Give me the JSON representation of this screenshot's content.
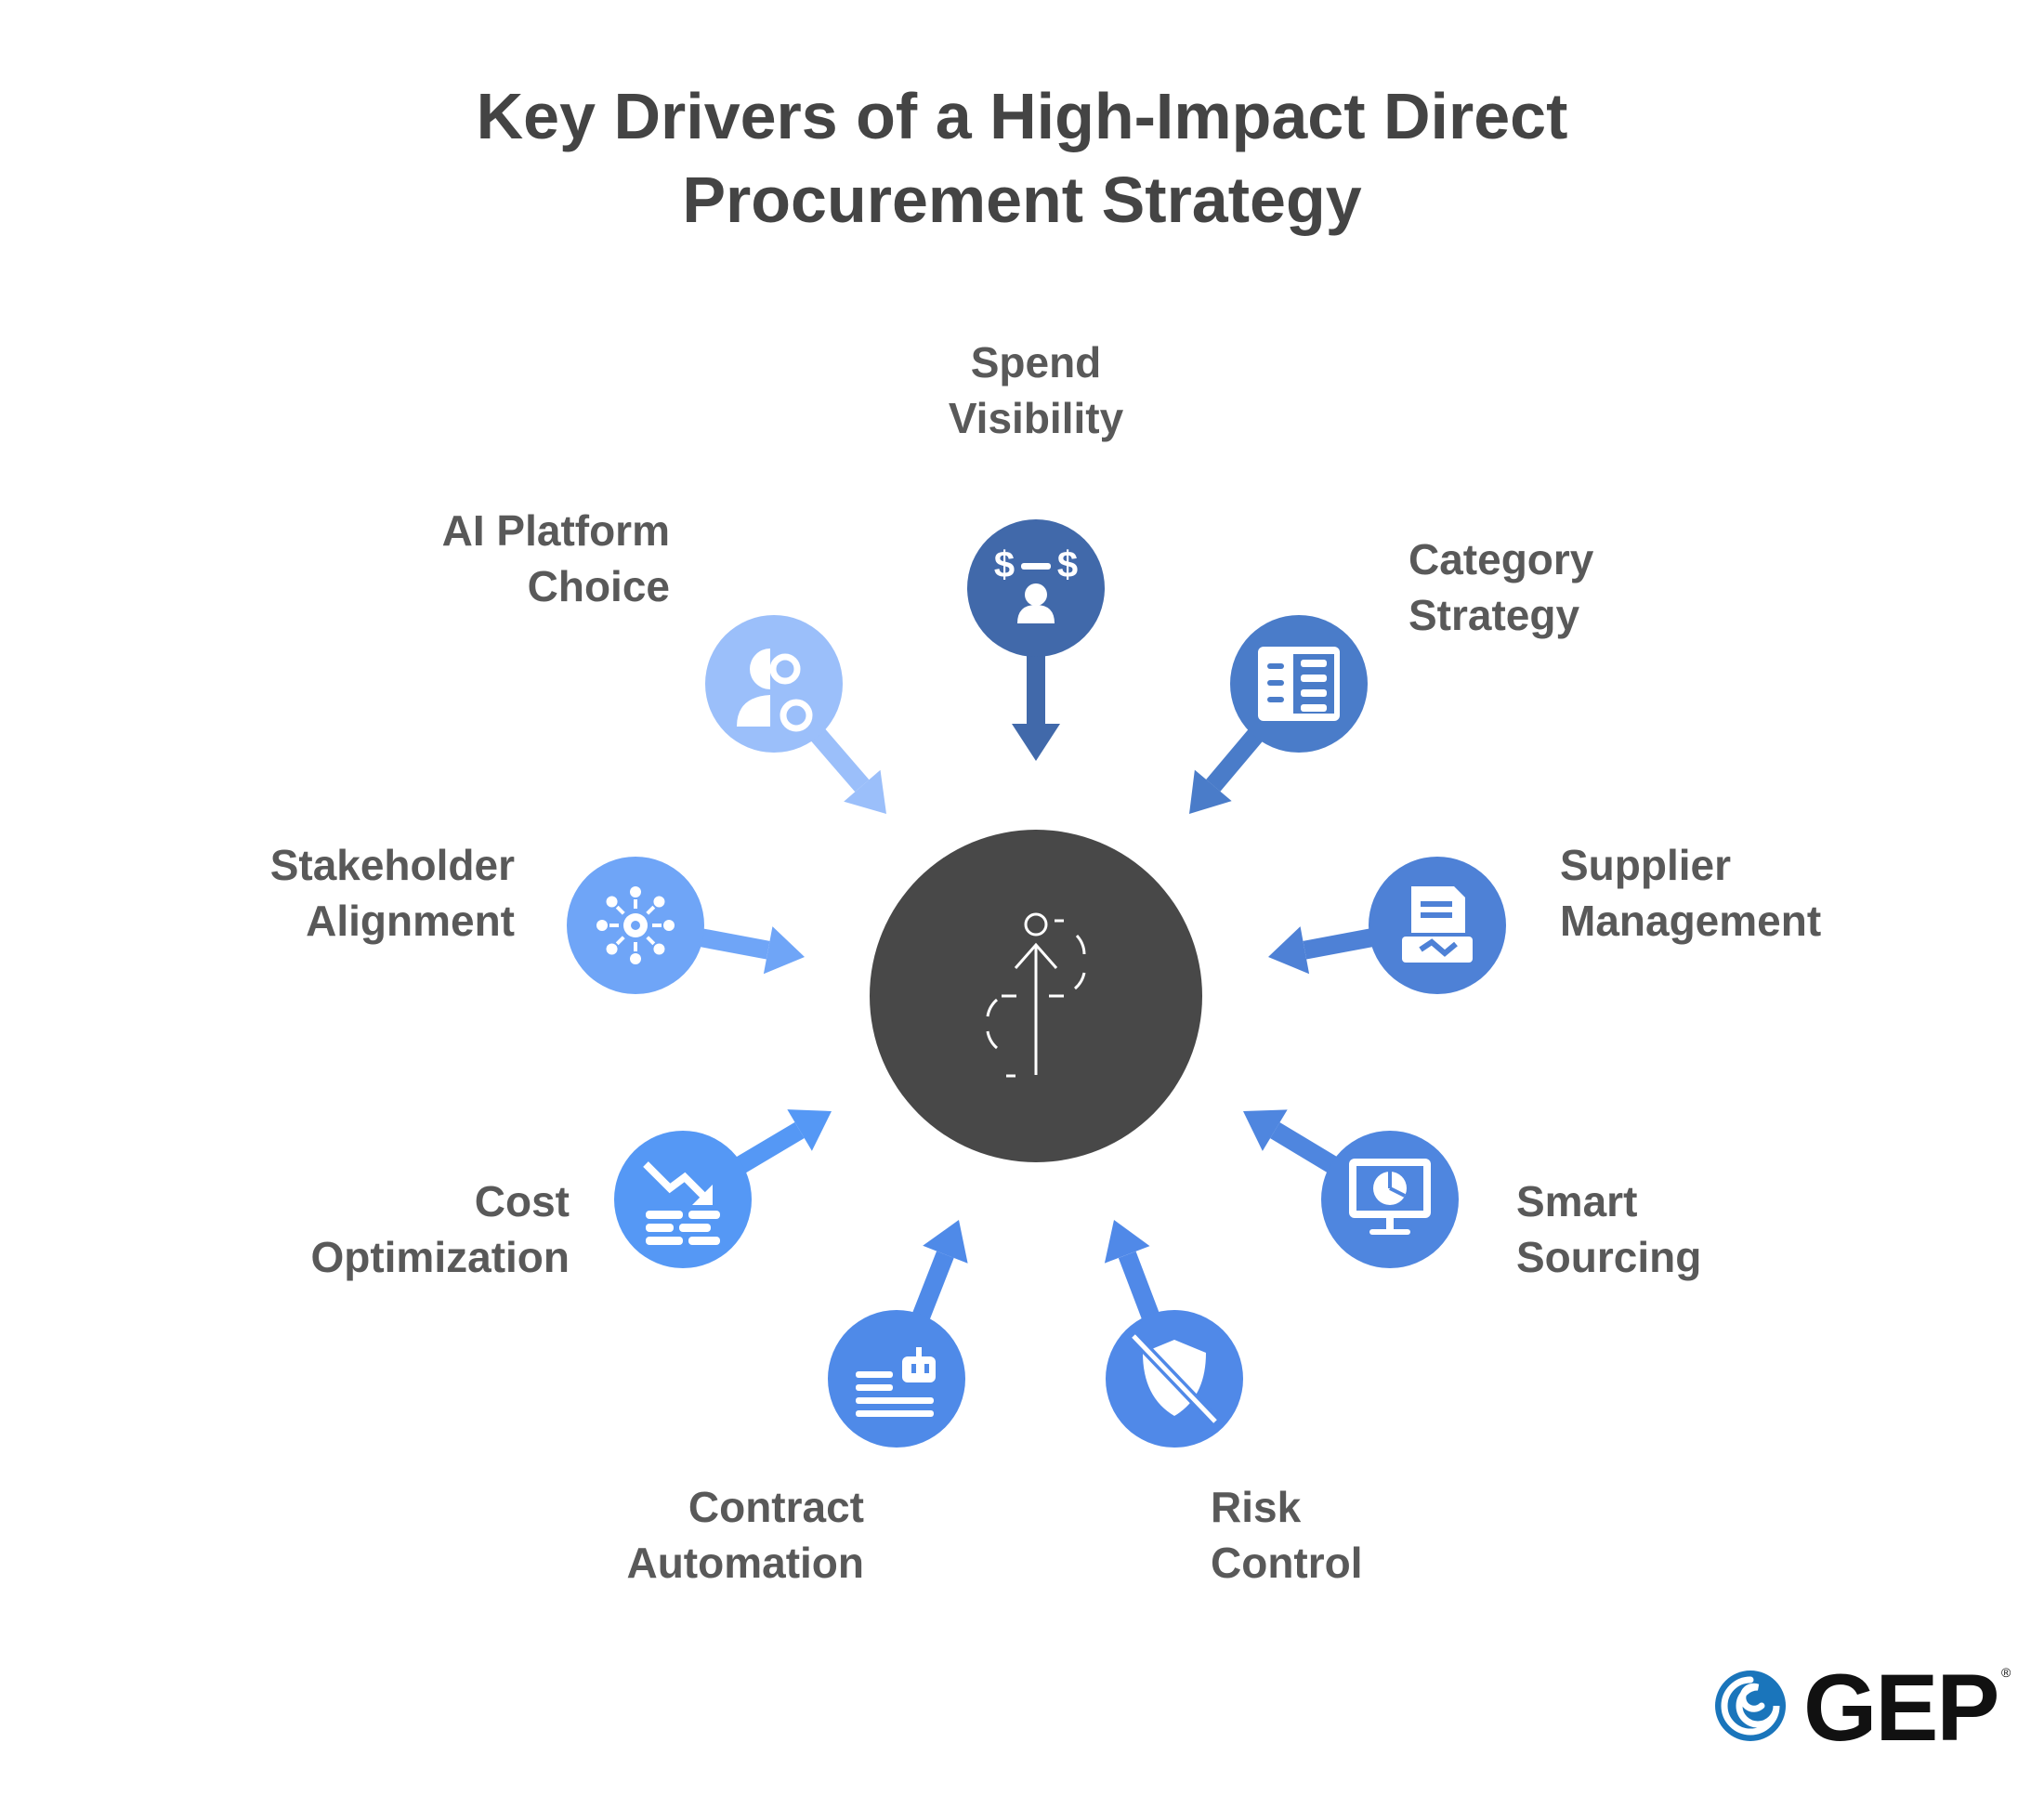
{
  "title": {
    "line1": "Key Drivers of a High-Impact Direct",
    "line2": "Procurement Strategy"
  },
  "center": {
    "icon": "growth-path-arrow-icon",
    "color": "#484848"
  },
  "drivers": [
    {
      "line1": "Spend",
      "line2": "Visibility",
      "icon": "dollar-exchange-person-icon",
      "color": "#4169aa"
    },
    {
      "line1": "Category",
      "line2": "Strategy",
      "icon": "document-list-icon",
      "color": "#4a7cc9"
    },
    {
      "line1": "Supplier",
      "line2": "Management",
      "icon": "contract-handshake-icon",
      "color": "#4e81d6"
    },
    {
      "line1": "Smart",
      "line2": "Sourcing",
      "icon": "monitor-pie-chart-icon",
      "color": "#4f86df"
    },
    {
      "line1": "Risk",
      "line2": "Control",
      "icon": "shield-off-icon",
      "color": "#5089e8"
    },
    {
      "line1": "Contract",
      "line2": "Automation",
      "icon": "text-robot-icon",
      "color": "#4f8ae8"
    },
    {
      "line1": "Cost",
      "line2": "Optimization",
      "icon": "trend-down-coins-icon",
      "color": "#5598f5"
    },
    {
      "line1": "Stakeholder",
      "line2": "Alignment",
      "icon": "network-gear-icon",
      "color": "#6fa5f7"
    },
    {
      "line1": "AI Platform",
      "line2": "Choice",
      "icon": "person-gear-icon",
      "color": "#9bbffa"
    }
  ],
  "logo": {
    "text": "GEP",
    "registered": "®",
    "color": "#1a75bb"
  }
}
